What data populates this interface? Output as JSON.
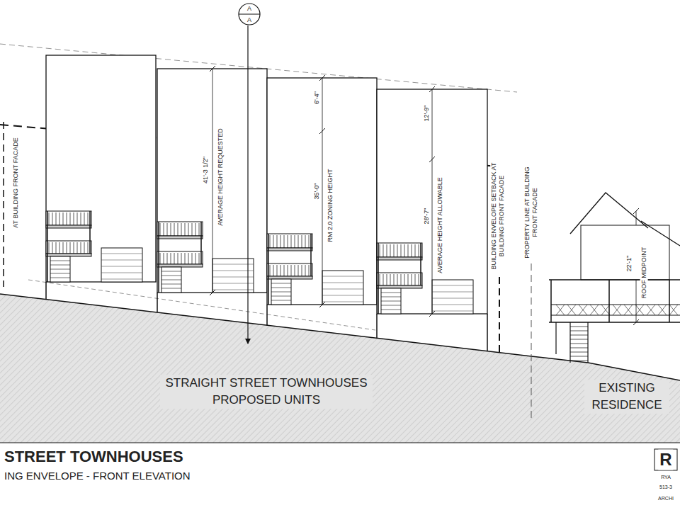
{
  "diagram": {
    "title": "STREET TOWNHOUSES",
    "labels": [
      "A",
      "A",
      "AT BUILDING FRONT FACADE",
      "41'-3 1/2\"",
      "AVERAGE HEIGHT REQUESTED",
      "6'-4\"",
      "35'-0\"",
      "RM 2.0 ZONING HEIGHT",
      "12'-9\"",
      "28'-7\"",
      "AVERAGE HEIGHT ALLOWABLE",
      "BUILDING ENVELOPE SETBACK AT BUILDING FRONT FACADE",
      "PROPERTY LINE AT BUILDING FRONT FACADE",
      "22'-1\"",
      "ROOF MIDPOINT",
      "STRAIGHT STREET TOWNHOUSES PROPOSED UNITS",
      "EXISTING RESIDENCE",
      "ING ENVELOPE - FRONT ELEVATION",
      "R",
      "RYA",
      "513-3",
      "ARCHI"
    ]
  }
}
